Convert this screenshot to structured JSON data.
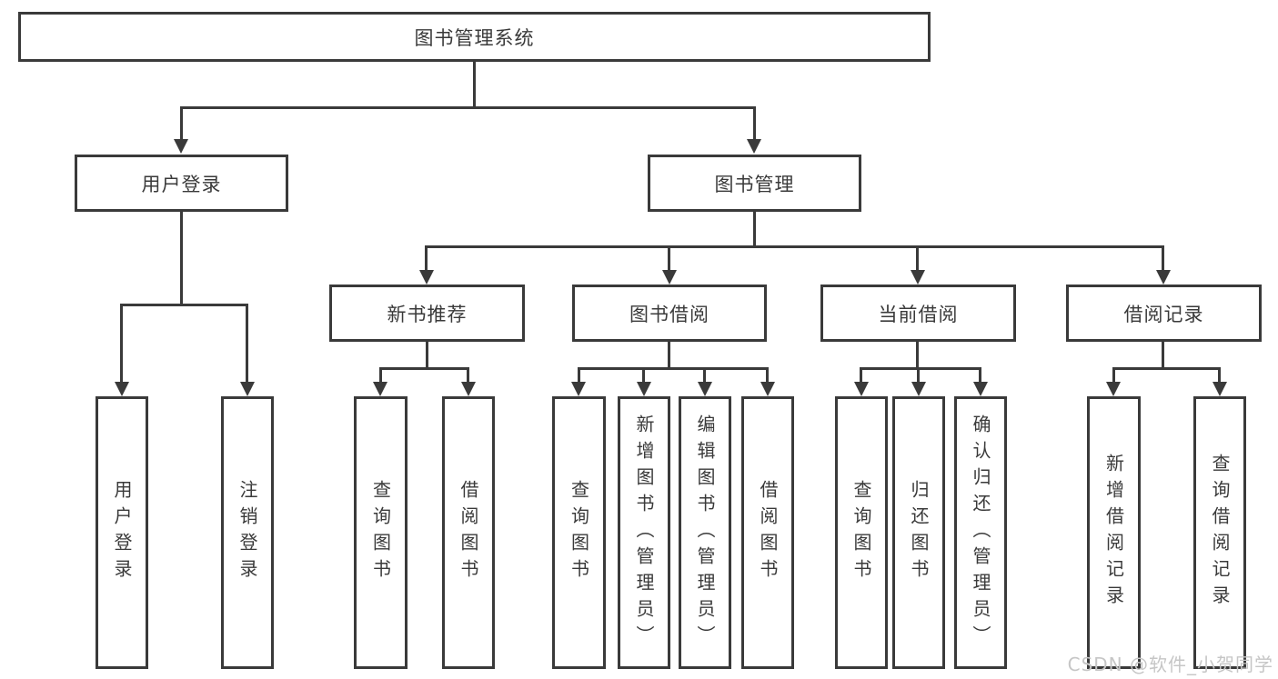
{
  "tree": {
    "label": "图书管理系统",
    "children": [
      {
        "label": "用户登录",
        "children": [
          {
            "label": "用户登录"
          },
          {
            "label": "注销登录"
          }
        ]
      },
      {
        "label": "图书管理",
        "children": [
          {
            "label": "新书推荐",
            "children": [
              {
                "label": "查询图书"
              },
              {
                "label": "借阅图书"
              }
            ]
          },
          {
            "label": "图书借阅",
            "children": [
              {
                "label": "查询图书"
              },
              {
                "label": "新增图书（管理员）"
              },
              {
                "label": "编辑图书（管理员）"
              },
              {
                "label": "借阅图书"
              }
            ]
          },
          {
            "label": "当前借阅",
            "children": [
              {
                "label": "查询图书"
              },
              {
                "label": "归还图书"
              },
              {
                "label": "确认归还（管理员）"
              }
            ]
          },
          {
            "label": "借阅记录",
            "children": [
              {
                "label": "新增借阅记录"
              },
              {
                "label": "查询借阅记录"
              }
            ]
          }
        ]
      }
    ]
  },
  "watermark": {
    "text": "CSDN @软件_小贺同学"
  },
  "colors": {
    "line": "#3a3a3a",
    "text": "#3a3a3a",
    "box_background": "#ffffff",
    "page_background": "#ffffff",
    "watermark": "#c6c6c6"
  }
}
